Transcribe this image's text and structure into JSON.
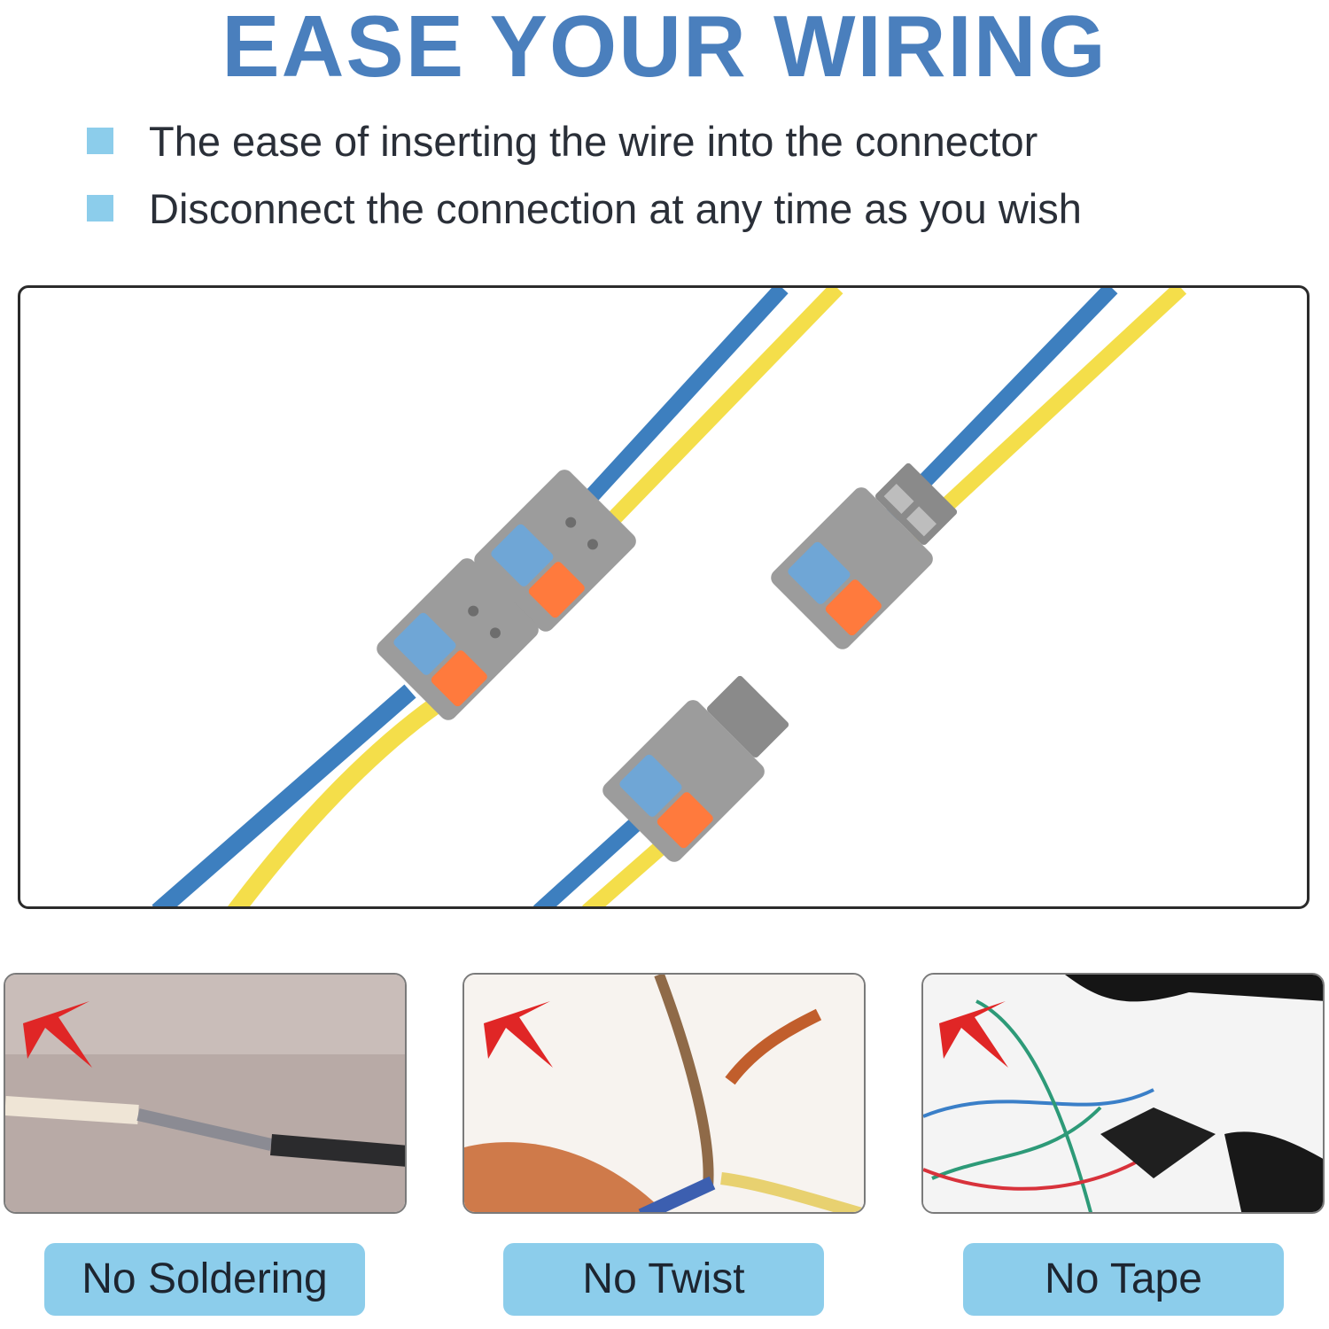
{
  "title": "EASE YOUR WIRING",
  "bullets": [
    "The ease of inserting the wire into the connector",
    "Disconnect the connection at any time as you wish"
  ],
  "colors": {
    "title": "#4a7fbd",
    "bullet_square": "#8ccdeb",
    "label_bg": "#8ccdeb",
    "wire_blue": "#3d7fbf",
    "wire_yellow": "#f4de4a",
    "connector_gray": "#9c9c9c",
    "lever_blue": "#6fa6d6",
    "lever_orange": "#ff7a3d",
    "cross_red": "#e02626"
  },
  "panels": [
    {
      "label": "No Soldering",
      "icon": "red-cross-icon"
    },
    {
      "label": "No Twist",
      "icon": "red-cross-icon"
    },
    {
      "label": "No Tape",
      "icon": "red-cross-icon"
    }
  ]
}
